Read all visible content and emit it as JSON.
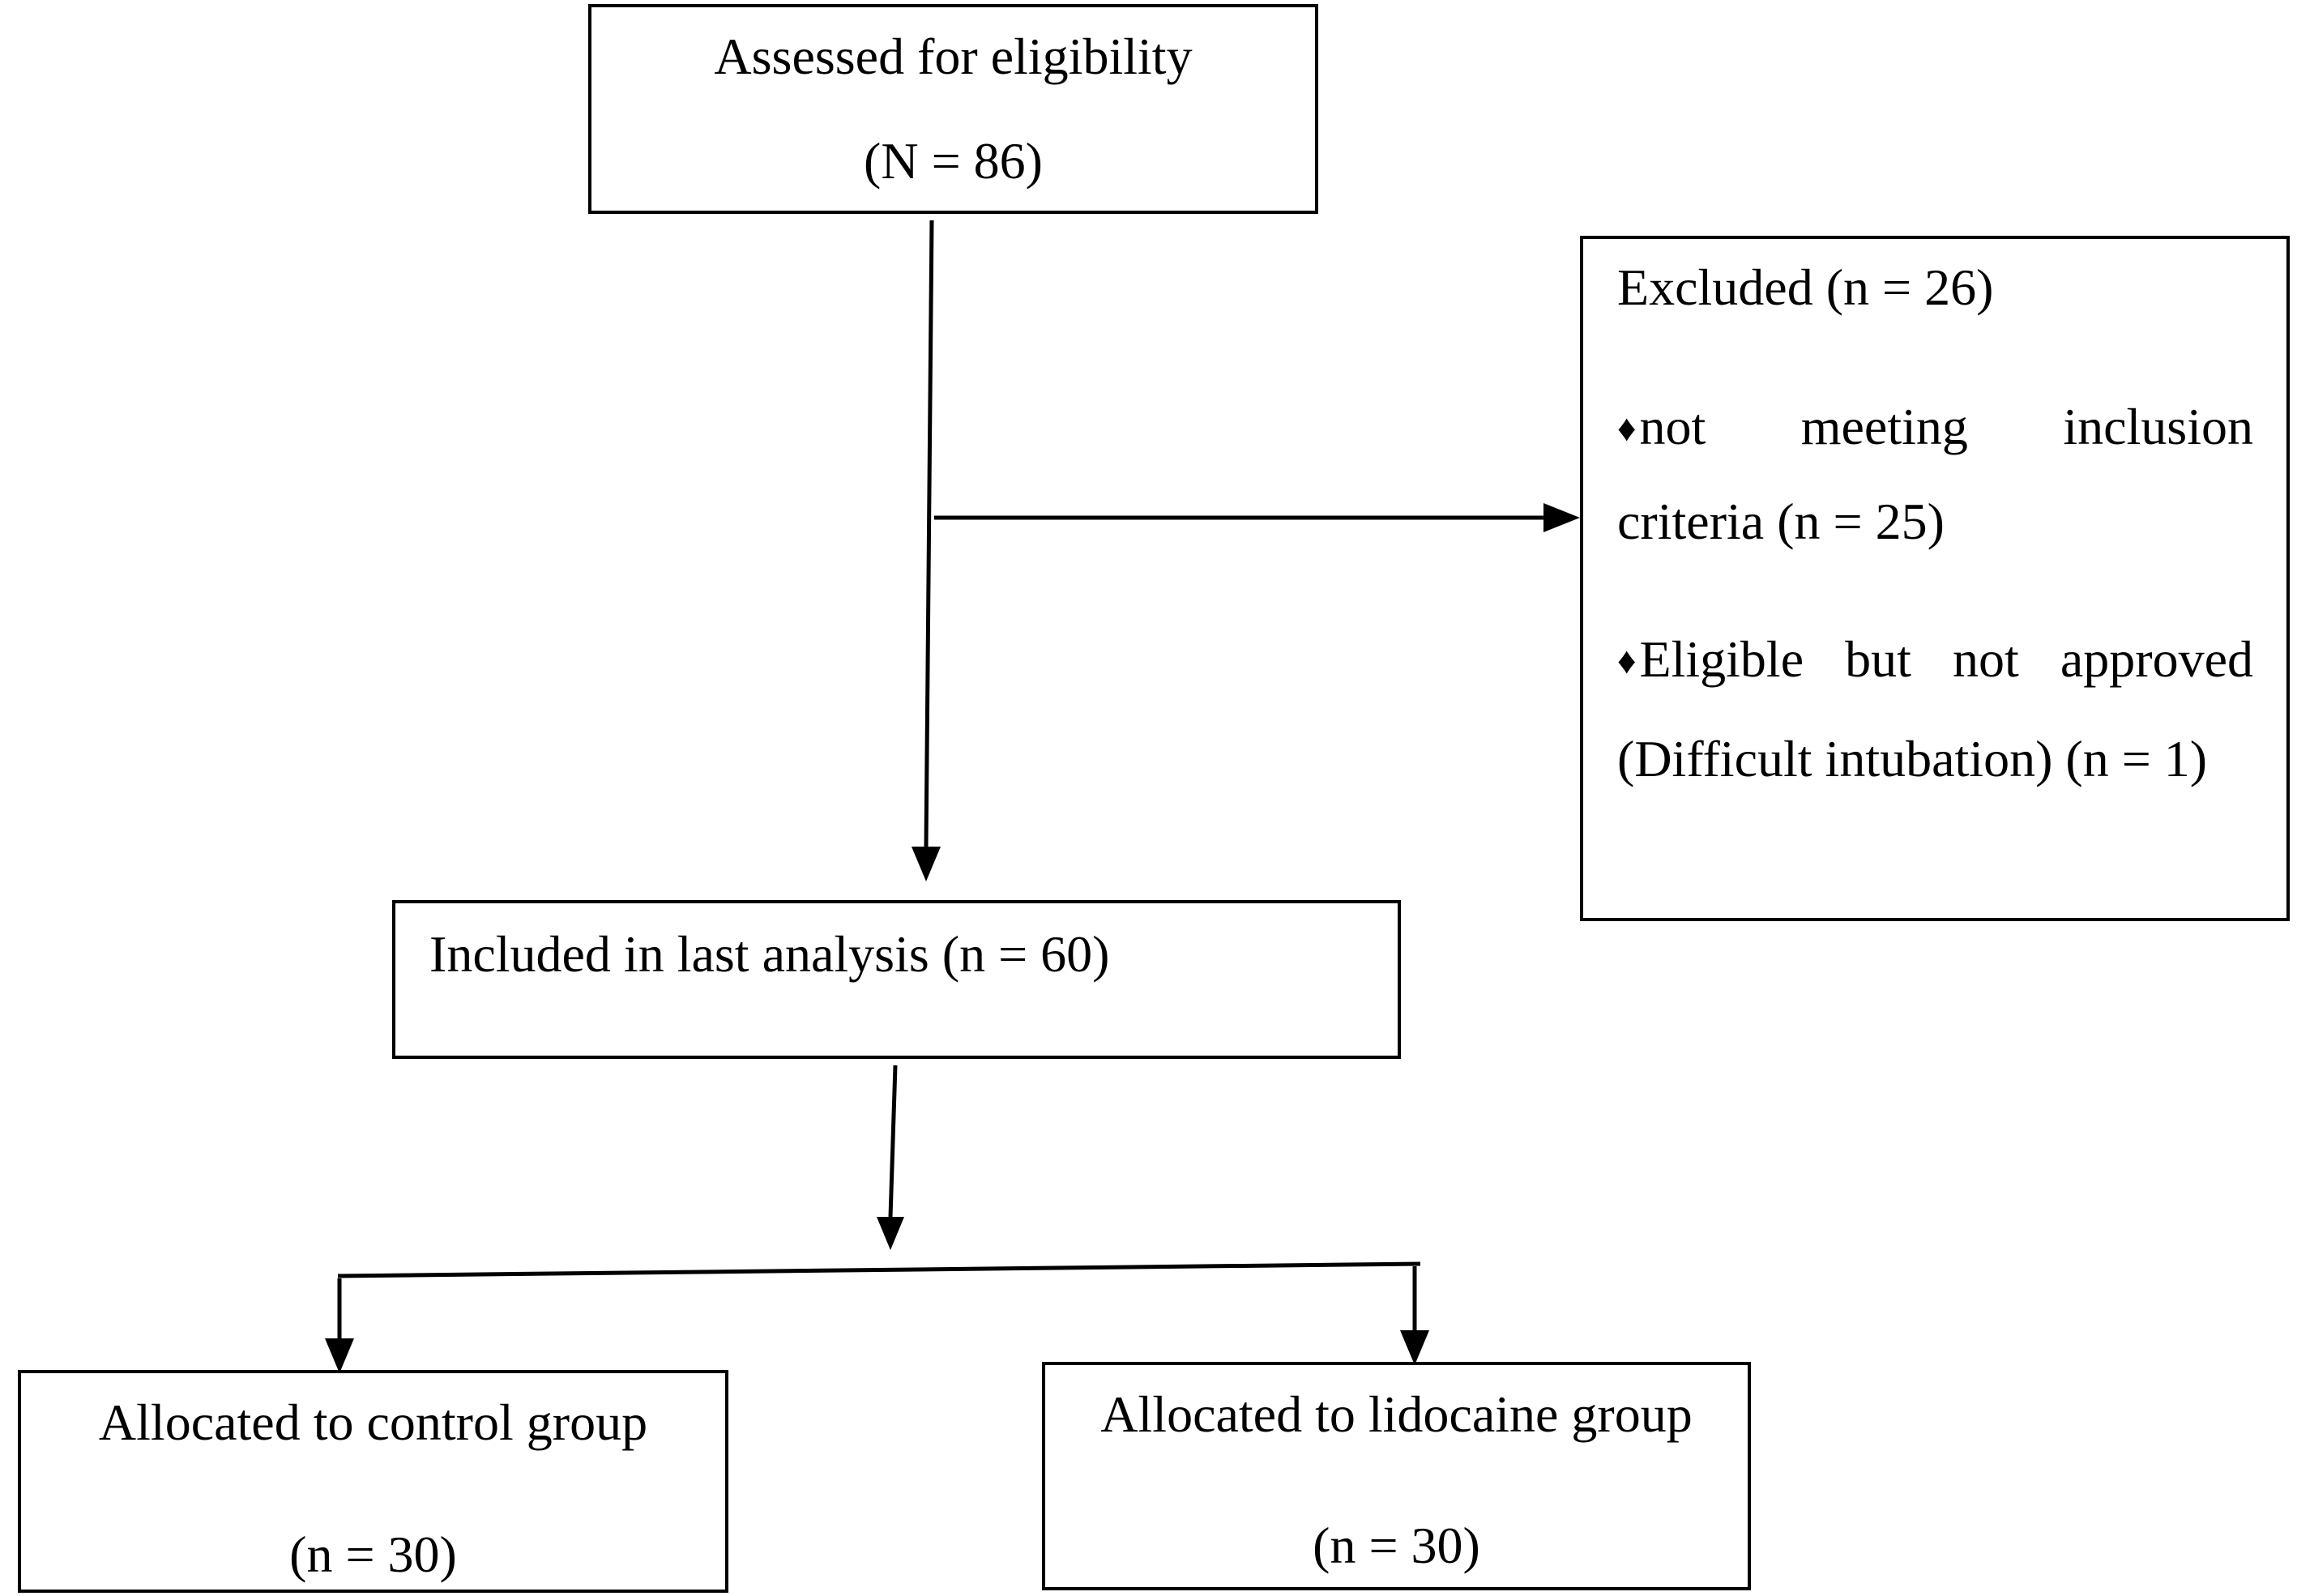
{
  "boxes": {
    "assessed": {
      "line1": "Assessed for eligibility",
      "line2": "(N = 86)"
    },
    "excluded": {
      "title": "Excluded (n = 26)",
      "bullet_symbol": "♦",
      "item1_word1": "not",
      "item1_word2": "meeting",
      "item1_word3": "inclusion",
      "item1_line2": "criteria (n = 25)",
      "item2_word1": "Eligible",
      "item2_word2": "but",
      "item2_word3": "not",
      "item2_word4": "approved",
      "item2_line2": "(Difficult intubation) (n = 1)"
    },
    "included": {
      "text": "Included in last analysis (n = 60)"
    },
    "control": {
      "line1": "Allocated to control group",
      "line2": "(n = 30)"
    },
    "lidocaine": {
      "line1": "Allocated to lidocaine group",
      "line2": "(n = 30)"
    }
  }
}
